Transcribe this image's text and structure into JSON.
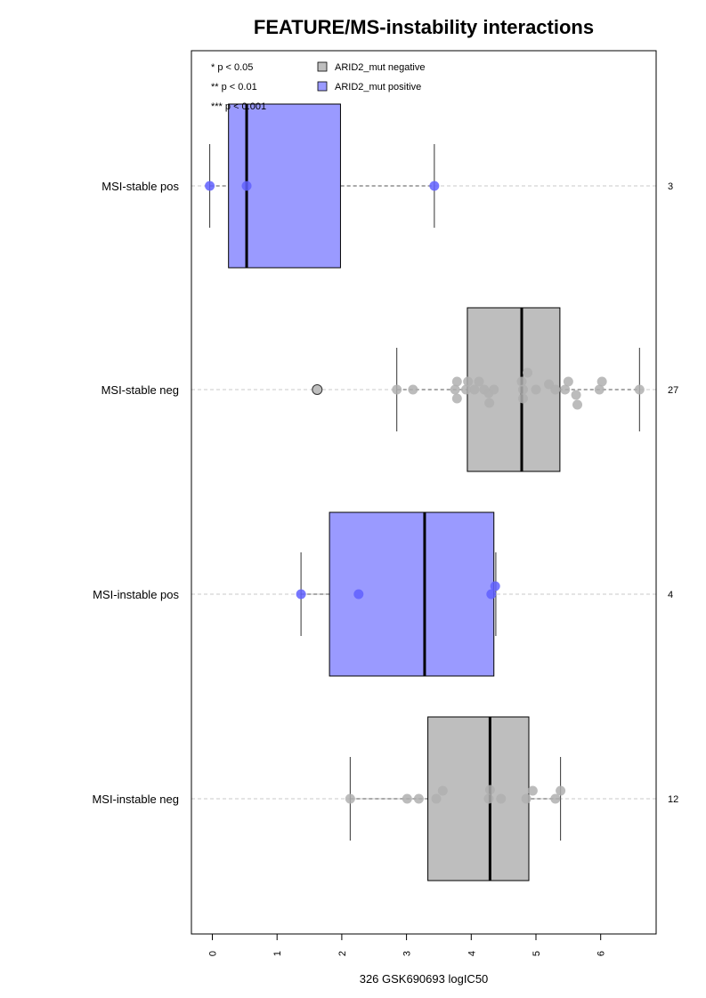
{
  "chart_data": {
    "type": "box",
    "title": "FEATURE/MS-instability interactions",
    "xlabel": "326 GSK690693 logIC50",
    "xlim": [
      -0.3,
      6.9
    ],
    "xticks": [
      "0",
      "1",
      "2",
      "3",
      "4",
      "5",
      "6"
    ],
    "orientation": "horizontal",
    "significance_legend": [
      "* p < 0.05",
      "** p < 0.01",
      "*** p < 0.001"
    ],
    "legend": [
      {
        "label": "ARID2_mut negative",
        "color": "#bebebe"
      },
      {
        "label": "ARID2_mut positive",
        "color": "#9a9aff"
      }
    ],
    "groups": [
      {
        "label": "MSI-stable pos",
        "count": "3",
        "color": "#9a9aff",
        "point_color": "#6060ff",
        "whisker_low": -0.04,
        "q1": 0.25,
        "median": 0.53,
        "q3": 1.98,
        "whisker_high": 3.43,
        "points": [
          [
            -0.04,
            0
          ],
          [
            0.53,
            0
          ],
          [
            3.43,
            0
          ]
        ],
        "outliers": []
      },
      {
        "label": "MSI-stable neg",
        "count": "27",
        "color": "#bebebe",
        "point_color": "#b0b0b0",
        "whisker_low": 2.85,
        "q1": 3.94,
        "median": 4.78,
        "q3": 5.37,
        "whisker_high": 6.6,
        "points": [
          [
            2.85,
            0
          ],
          [
            3.1,
            0
          ],
          [
            3.75,
            0
          ],
          [
            3.78,
            0.9
          ],
          [
            3.78,
            -1.0
          ],
          [
            3.92,
            0
          ],
          [
            3.95,
            0.9
          ],
          [
            4.05,
            0
          ],
          [
            4.12,
            0.9
          ],
          [
            4.2,
            0
          ],
          [
            4.27,
            -0.4
          ],
          [
            4.28,
            -1.5
          ],
          [
            4.35,
            0
          ],
          [
            4.78,
            0.9
          ],
          [
            4.8,
            -1.0
          ],
          [
            4.8,
            0
          ],
          [
            4.87,
            1.9
          ],
          [
            5.0,
            0
          ],
          [
            5.2,
            0.6
          ],
          [
            5.3,
            0
          ],
          [
            5.45,
            0
          ],
          [
            5.5,
            0.9
          ],
          [
            5.62,
            -0.6
          ],
          [
            5.64,
            -1.7
          ],
          [
            5.98,
            0
          ],
          [
            6.02,
            0.9
          ],
          [
            6.6,
            0
          ]
        ],
        "outliers": [
          1.62
        ]
      },
      {
        "label": "MSI-instable pos",
        "count": "4",
        "color": "#9a9aff",
        "point_color": "#6060ff",
        "whisker_low": 1.37,
        "q1": 1.81,
        "median": 3.28,
        "q3": 4.35,
        "whisker_high": 4.38,
        "points": [
          [
            1.37,
            0
          ],
          [
            2.26,
            0
          ],
          [
            4.31,
            0
          ],
          [
            4.37,
            0.9
          ]
        ],
        "outliers": []
      },
      {
        "label": "MSI-instable neg",
        "count": "12",
        "color": "#bebebe",
        "point_color": "#b0b0b0",
        "whisker_low": 2.13,
        "q1": 3.33,
        "median": 4.29,
        "q3": 4.89,
        "whisker_high": 5.38,
        "points": [
          [
            2.13,
            0
          ],
          [
            3.01,
            0
          ],
          [
            3.19,
            0
          ],
          [
            3.46,
            0
          ],
          [
            3.56,
            0.9
          ],
          [
            4.27,
            0
          ],
          [
            4.29,
            1.0
          ],
          [
            4.46,
            0
          ],
          [
            4.85,
            0
          ],
          [
            4.95,
            0.9
          ],
          [
            5.3,
            0
          ],
          [
            5.38,
            0.9
          ]
        ],
        "outliers": []
      }
    ]
  }
}
